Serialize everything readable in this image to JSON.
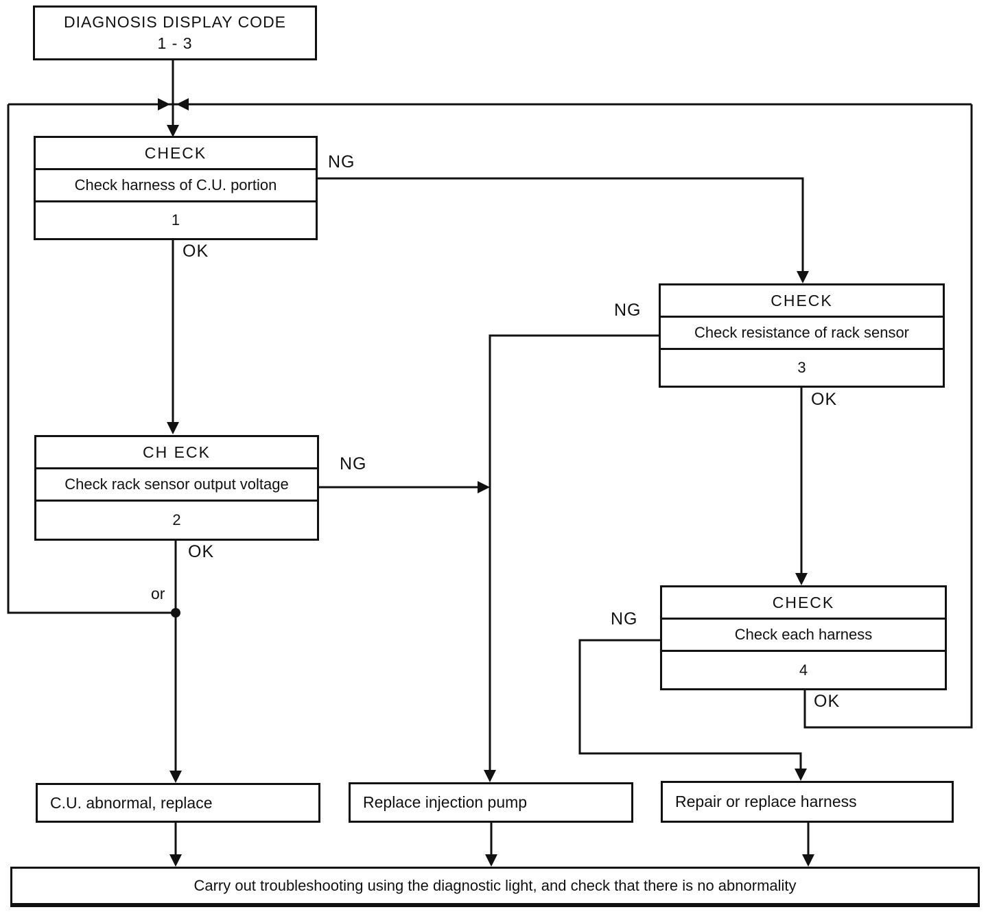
{
  "diagram": {
    "start": {
      "title": "DIAGNOSIS DISPLAY CODE",
      "code_range": "1 - 3"
    },
    "checks": [
      {
        "title": "CHECK",
        "description": "Check harness of C.U. portion",
        "step": "1",
        "ng_label": "NG",
        "ok_label": "OK"
      },
      {
        "title": "CH ECK",
        "description": "Check rack sensor output voltage",
        "step": "2",
        "ng_label": "NG",
        "ok_label": "OK"
      },
      {
        "title": "CHECK",
        "description": "Check resistance of rack sensor",
        "step": "3",
        "ng_label": "NG",
        "ok_label": "OK"
      },
      {
        "title": "CHECK",
        "description": "Check each harness",
        "step": "4",
        "ng_label": "NG",
        "ok_label": "OK"
      }
    ],
    "or_label": "or",
    "outcomes": [
      {
        "label": "C.U. abnormal, replace"
      },
      {
        "label": "Replace injection pump"
      },
      {
        "label": "Repair or replace harness"
      }
    ],
    "footer": "Carry out troubleshooting using the diagnostic light, and check that there is no abnormality",
    "colors": {
      "line": "#111111",
      "background": "#ffffff"
    }
  }
}
